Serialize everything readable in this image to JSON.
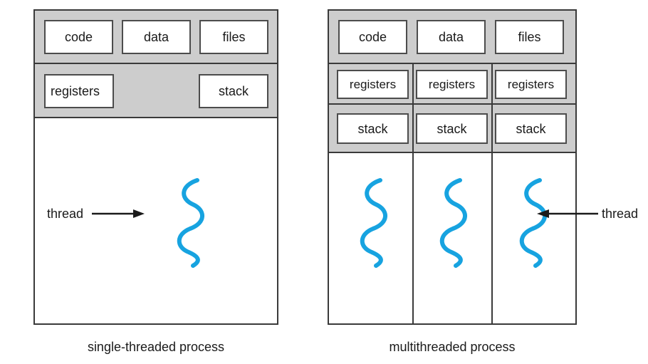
{
  "diagram": {
    "title_left": "single-threaded process",
    "title_right": "multithreaded process",
    "colors": {
      "thread": "#17A3E0",
      "band": "#cdcdcd",
      "border": "#3a3a3a",
      "cell_border": "#4c4c4c",
      "text": "#1a1a1a",
      "background": "#ffffff"
    }
  },
  "single_threaded": {
    "shared_row": [
      {
        "label": "code"
      },
      {
        "label": "data"
      },
      {
        "label": "files"
      }
    ],
    "per_thread_row": [
      {
        "label": "registers"
      },
      {
        "label": "stack"
      }
    ],
    "threads": [
      {
        "annotation": "thread",
        "annotation_side": "left"
      }
    ],
    "caption": "single-threaded process"
  },
  "multithreaded": {
    "shared_row": [
      {
        "label": "code"
      },
      {
        "label": "data"
      },
      {
        "label": "files"
      }
    ],
    "thread_columns": [
      {
        "registers": "registers",
        "stack": "stack"
      },
      {
        "registers": "registers",
        "stack": "stack"
      },
      {
        "registers": "registers",
        "stack": "stack"
      }
    ],
    "threads": [
      {
        "annotation": ""
      },
      {
        "annotation": ""
      },
      {
        "annotation": "thread",
        "annotation_side": "right"
      }
    ],
    "caption": "multithreaded process"
  },
  "annotations": {
    "left_thread_label": "thread",
    "right_thread_label": "thread"
  }
}
